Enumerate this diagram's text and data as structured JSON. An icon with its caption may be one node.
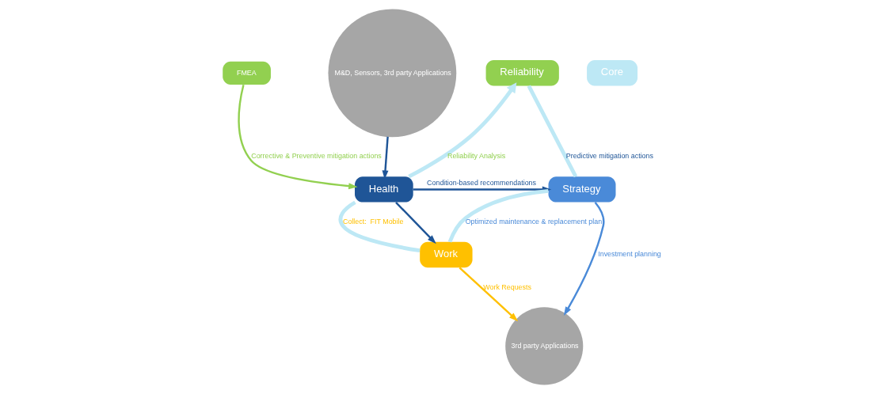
{
  "diagram": {
    "nodes": [
      {
        "text": [
          "Reliability"
        ]
      },
      {
        "text": [
          "FMEA"
        ]
      },
      {
        "text": [
          "Health"
        ]
      },
      {
        "text": [
          "Strategy"
        ]
      },
      {
        "text": [
          "Core"
        ]
      },
      {
        "text": [
          "Work"
        ]
      },
      {
        "text": [
          "M&D, Sensors, 3rd party Applications"
        ]
      },
      {
        "text": [
          "3rd party Applications"
        ]
      }
    ],
    "edges": [
      {
        "from": 2,
        "to": 0,
        "arrow": "to",
        "label": "Reliability Analysis",
        "style": "thick",
        "color": "#bde8f5"
      },
      {
        "from": 0,
        "to": 3,
        "arrow": "none",
        "label": "Predictive mitigation actions",
        "style": "thick",
        "color": "#bde8f5"
      },
      {
        "from": 3,
        "to": 5,
        "arrow": "none",
        "label": "Optimized maintenance & replacement plan",
        "style": "thick",
        "color": "#bde8f5"
      },
      {
        "from": 5,
        "to": 2,
        "arrow": "none",
        "label": "Collect:  FIT Mobile",
        "style": "thick",
        "color": "#bde8f5"
      },
      {
        "from": 1,
        "to": 2,
        "arrow": "to",
        "label": "Corrective & Preventive mitigation actions",
        "color": "#92d050"
      },
      {
        "from": 2,
        "to": 3,
        "arrow": "to",
        "label": "Condition-based recommendations",
        "color": "#1f5597"
      },
      {
        "from": 2,
        "to": 5,
        "arrow": "to",
        "color": "#1f5597"
      },
      {
        "from": 6,
        "to": 2,
        "arrow": "to",
        "color": "#1f5597"
      },
      {
        "from": 3,
        "to": 7,
        "arrow": "to",
        "label": "Investment planning",
        "color": "#4a8ad8"
      },
      {
        "from": 5,
        "to": 7,
        "arrow": "to",
        "label": "Work Requests",
        "color": "#ffc000"
      }
    ]
  }
}
